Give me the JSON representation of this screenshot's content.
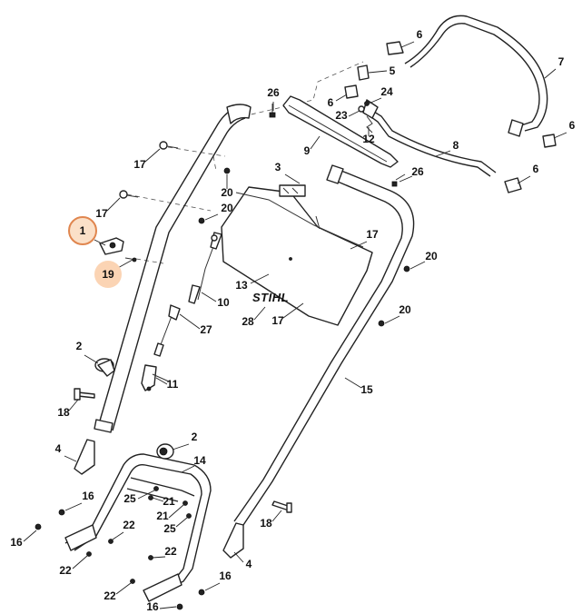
{
  "diagram": {
    "highlight_colors": {
      "ring_fill": "#fbe0c8",
      "ring_stroke": "#e0864f",
      "fill_only": "#fbd4b4"
    },
    "brand_text": "STIHL",
    "highlighted_callouts": [
      "1",
      "19"
    ],
    "callouts": [
      {
        "id": "c1",
        "label": "1",
        "style": "ring"
      },
      {
        "id": "c19",
        "label": "19",
        "style": "fill"
      },
      {
        "id": "c2a",
        "label": "2",
        "style": "plain"
      },
      {
        "id": "c2b",
        "label": "2",
        "style": "plain"
      },
      {
        "id": "c3",
        "label": "3",
        "style": "plain"
      },
      {
        "id": "c4a",
        "label": "4",
        "style": "plain"
      },
      {
        "id": "c4b",
        "label": "4",
        "style": "plain"
      },
      {
        "id": "c5",
        "label": "5",
        "style": "plain"
      },
      {
        "id": "c6a",
        "label": "6",
        "style": "plain"
      },
      {
        "id": "c6b",
        "label": "6",
        "style": "plain"
      },
      {
        "id": "c6c",
        "label": "6",
        "style": "plain"
      },
      {
        "id": "c6d",
        "label": "6",
        "style": "plain"
      },
      {
        "id": "c7",
        "label": "7",
        "style": "plain"
      },
      {
        "id": "c8",
        "label": "8",
        "style": "plain"
      },
      {
        "id": "c9",
        "label": "9",
        "style": "plain"
      },
      {
        "id": "c10",
        "label": "10",
        "style": "plain"
      },
      {
        "id": "c11",
        "label": "11",
        "style": "plain"
      },
      {
        "id": "c12",
        "label": "12",
        "style": "plain"
      },
      {
        "id": "c13",
        "label": "13",
        "style": "plain"
      },
      {
        "id": "c14",
        "label": "14",
        "style": "plain"
      },
      {
        "id": "c15",
        "label": "15",
        "style": "plain"
      },
      {
        "id": "c16a",
        "label": "16",
        "style": "plain"
      },
      {
        "id": "c16b",
        "label": "16",
        "style": "plain"
      },
      {
        "id": "c16c",
        "label": "16",
        "style": "plain"
      },
      {
        "id": "c16d",
        "label": "16",
        "style": "plain"
      },
      {
        "id": "c17a",
        "label": "17",
        "style": "plain"
      },
      {
        "id": "c17b",
        "label": "17",
        "style": "plain"
      },
      {
        "id": "c17c",
        "label": "17",
        "style": "plain"
      },
      {
        "id": "c17d",
        "label": "17",
        "style": "plain"
      },
      {
        "id": "c18a",
        "label": "18",
        "style": "plain"
      },
      {
        "id": "c18b",
        "label": "18",
        "style": "plain"
      },
      {
        "id": "c20a",
        "label": "20",
        "style": "plain"
      },
      {
        "id": "c20b",
        "label": "20",
        "style": "plain"
      },
      {
        "id": "c20c",
        "label": "20",
        "style": "plain"
      },
      {
        "id": "c20d",
        "label": "20",
        "style": "plain"
      },
      {
        "id": "c21a",
        "label": "21",
        "style": "plain"
      },
      {
        "id": "c21b",
        "label": "21",
        "style": "plain"
      },
      {
        "id": "c22a",
        "label": "22",
        "style": "plain"
      },
      {
        "id": "c22b",
        "label": "22",
        "style": "plain"
      },
      {
        "id": "c22c",
        "label": "22",
        "style": "plain"
      },
      {
        "id": "c22d",
        "label": "22",
        "style": "plain"
      },
      {
        "id": "c23",
        "label": "23",
        "style": "plain"
      },
      {
        "id": "c24",
        "label": "24",
        "style": "plain"
      },
      {
        "id": "c25a",
        "label": "25",
        "style": "plain"
      },
      {
        "id": "c25b",
        "label": "25",
        "style": "plain"
      },
      {
        "id": "c26a",
        "label": "26",
        "style": "plain"
      },
      {
        "id": "c26b",
        "label": "26",
        "style": "plain"
      },
      {
        "id": "c27",
        "label": "27",
        "style": "plain"
      },
      {
        "id": "c28",
        "label": "28",
        "style": "plain"
      }
    ]
  }
}
